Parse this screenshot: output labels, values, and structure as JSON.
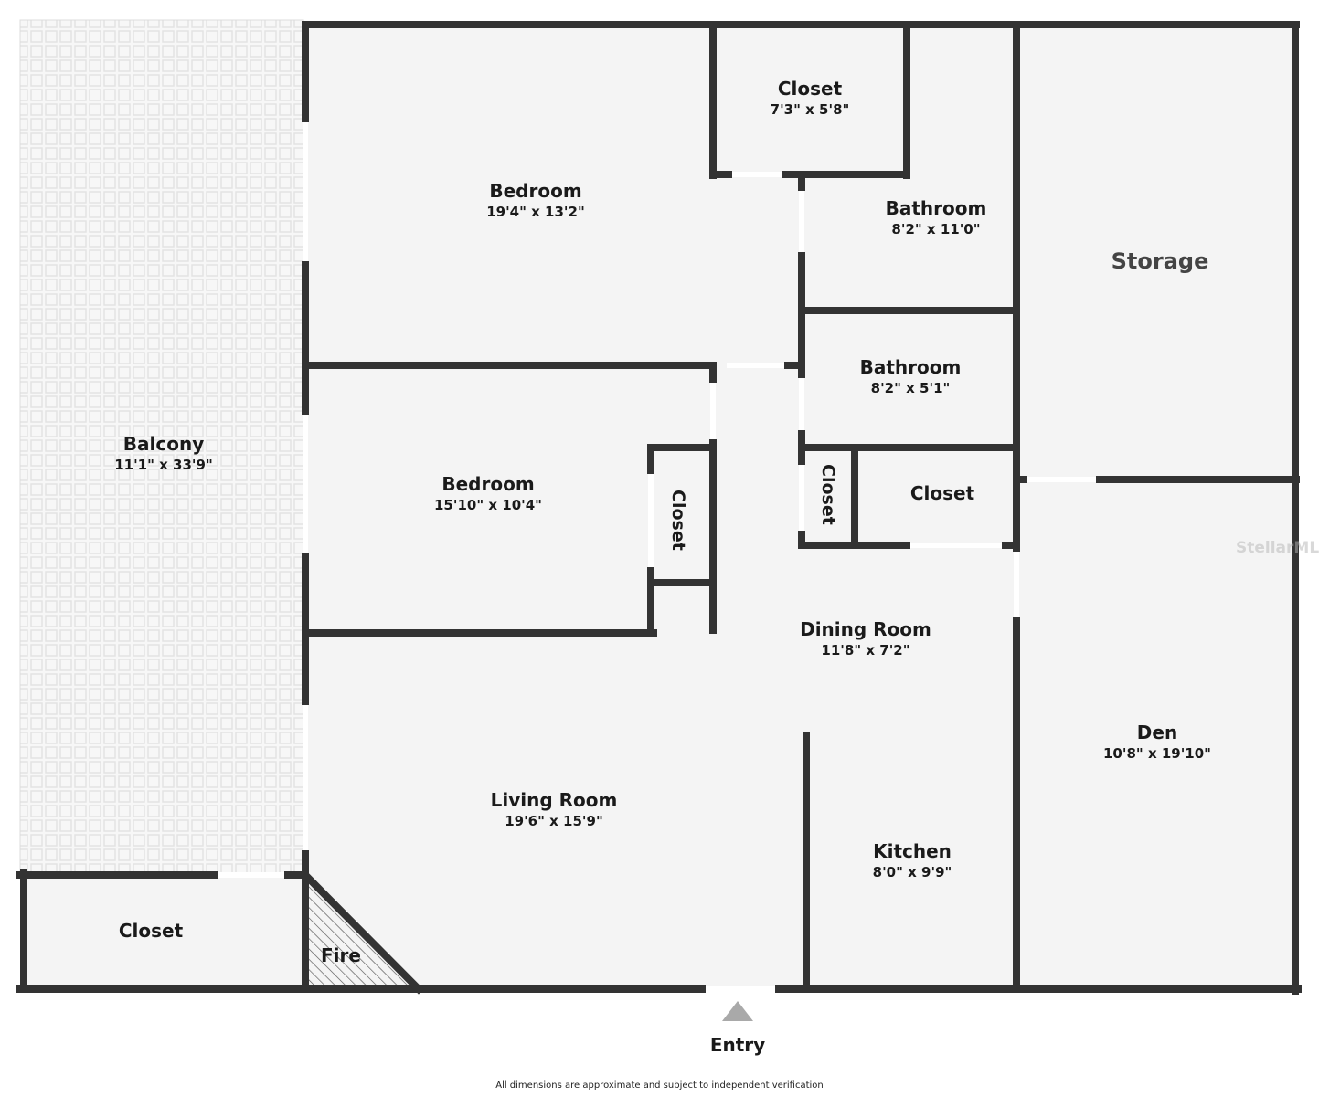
{
  "rooms": {
    "balcony": {
      "name": "Balcony",
      "dim": "11'1\" x 33'9\""
    },
    "bedroom1": {
      "name": "Bedroom",
      "dim": "19'4\" x 13'2\""
    },
    "closet1": {
      "name": "Closet",
      "dim": "7'3\" x 5'8\""
    },
    "bathroom1": {
      "name": "Bathroom",
      "dim": "8'2\" x 11'0\""
    },
    "storage": {
      "name": "Storage"
    },
    "bathroom2": {
      "name": "Bathroom",
      "dim": "8'2\" x 5'1\""
    },
    "bedroom2": {
      "name": "Bedroom",
      "dim": "15'10\" x 10'4\""
    },
    "closet2": {
      "name": "Closet"
    },
    "closet3": {
      "name": "Closet"
    },
    "closet4": {
      "name": "Closet"
    },
    "dining": {
      "name": "Dining Room",
      "dim": "11'8\" x 7'2\""
    },
    "den": {
      "name": "Den",
      "dim": "10'8\" x 19'10\""
    },
    "living": {
      "name": "Living Room",
      "dim": "19'6\" x 15'9\""
    },
    "kitchen": {
      "name": "Kitchen",
      "dim": "8'0\" x 9'9\""
    },
    "closet5": {
      "name": "Closet"
    },
    "fire": {
      "name": "Fire"
    }
  },
  "entry": "Entry",
  "disclaimer": "All dimensions are approximate and subject to independent verification",
  "watermark": "StellarMLS",
  "colors": {
    "wall": "#333333",
    "floor": "#f4f4f4",
    "opening": "#ffffff",
    "entry_arrow": "#a9a9a9"
  }
}
